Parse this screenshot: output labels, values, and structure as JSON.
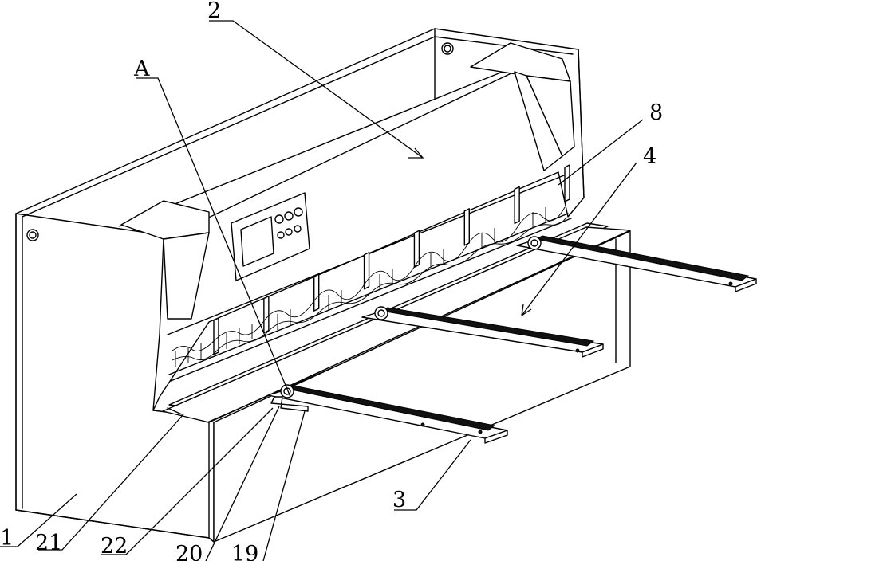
{
  "labels": {
    "part_2": "2",
    "part_A": "A",
    "part_8": "8",
    "part_4": "4",
    "part_3": "3",
    "part_1": "1",
    "part_21": "21",
    "part_22": "22",
    "part_20": "20",
    "part_19": "19"
  }
}
